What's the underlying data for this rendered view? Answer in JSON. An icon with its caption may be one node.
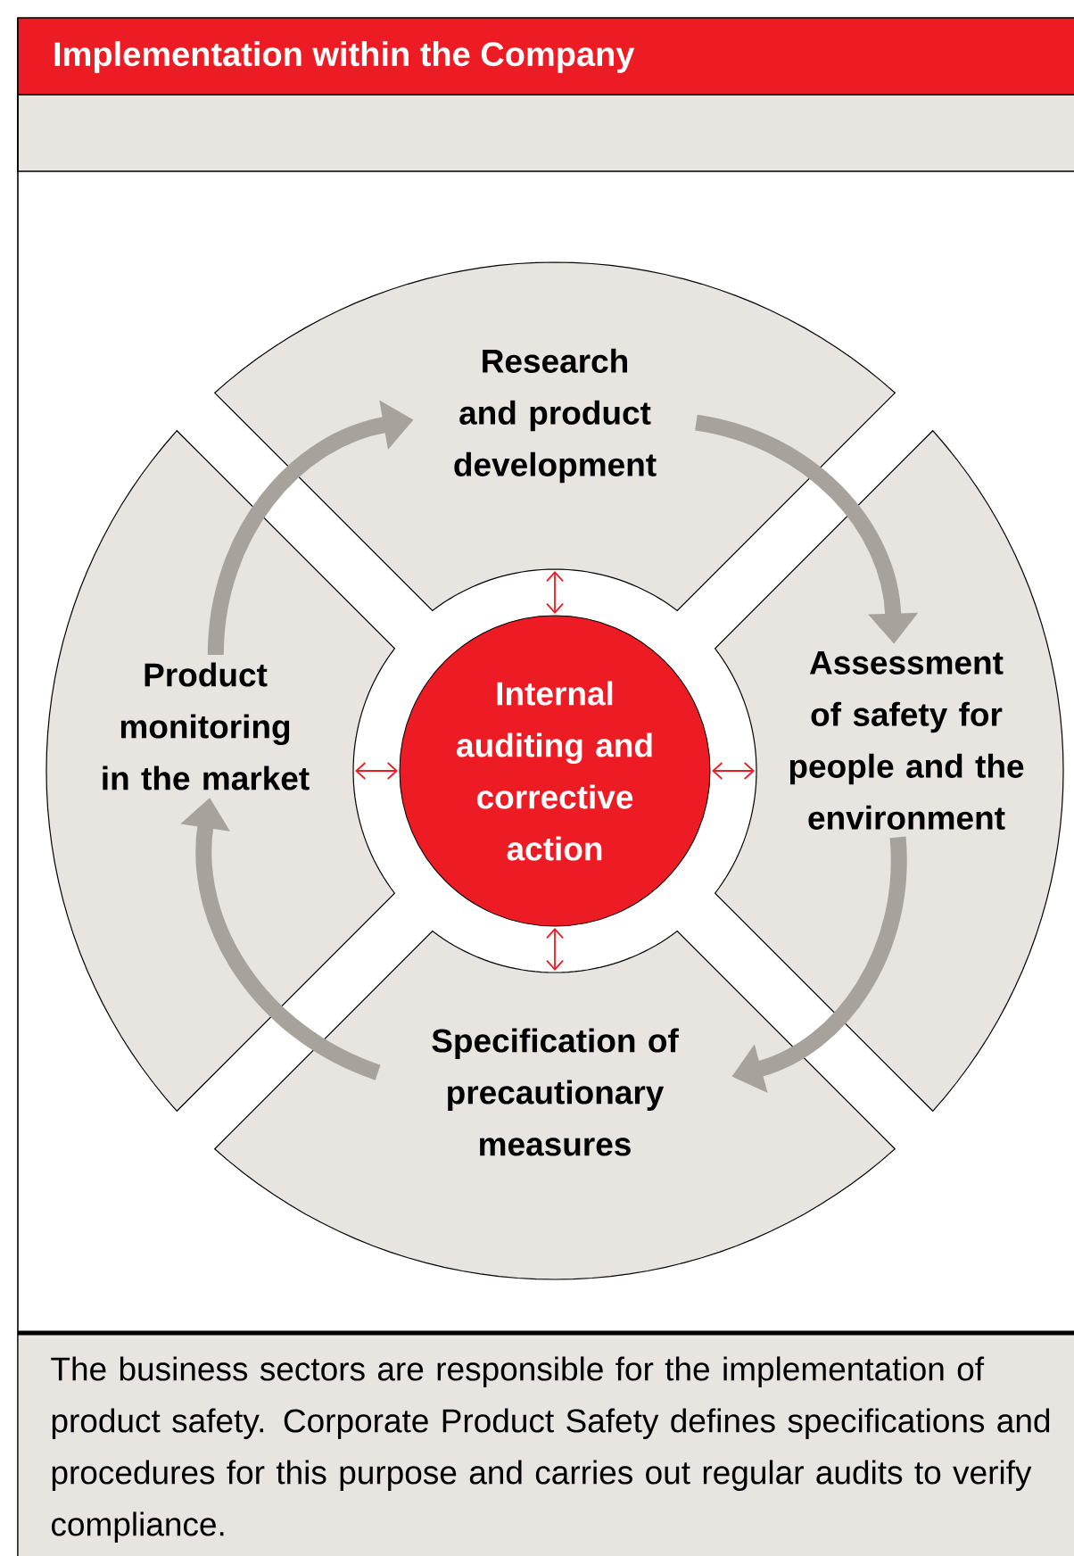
{
  "diagram": {
    "title": "Implementation within the Company",
    "caption": "The business sectors are responsible for the implementation of product safety. Corporate Product Safety defines specifications and procedures for this purpose and carries out regular audits to verify compliance.",
    "nodes": [
      {
        "text": [
          "Research and product development"
        ]
      },
      {
        "text": [
          "Product monitoring in the market"
        ]
      },
      {
        "text": [
          "Internal auditing and corrective action"
        ]
      },
      {
        "text": [
          "Assessment of safety for people and the environment"
        ]
      },
      {
        "text": [
          "Specification of precautionary measures"
        ]
      }
    ],
    "edges": [
      {
        "from": 0,
        "to": 3,
        "arrow": "to",
        "style": "thick",
        "color": "#a8a29c"
      },
      {
        "from": 3,
        "to": 4,
        "arrow": "to",
        "style": "thick",
        "color": "#a8a29c"
      },
      {
        "from": 4,
        "to": 1,
        "arrow": "to",
        "style": "thick",
        "color": "#a8a29c"
      },
      {
        "from": 1,
        "to": 0,
        "arrow": "to",
        "style": "thick",
        "color": "#a8a29c"
      },
      {
        "from": 2,
        "to": 0,
        "arrow": "both",
        "color": "#ed1c24"
      },
      {
        "from": 2,
        "to": 1,
        "arrow": "both",
        "color": "#ed1c24"
      },
      {
        "from": 2,
        "to": 3,
        "arrow": "both",
        "color": "#ed1c24"
      },
      {
        "from": 2,
        "to": 4,
        "arrow": "both",
        "color": "#ed1c24"
      }
    ]
  }
}
